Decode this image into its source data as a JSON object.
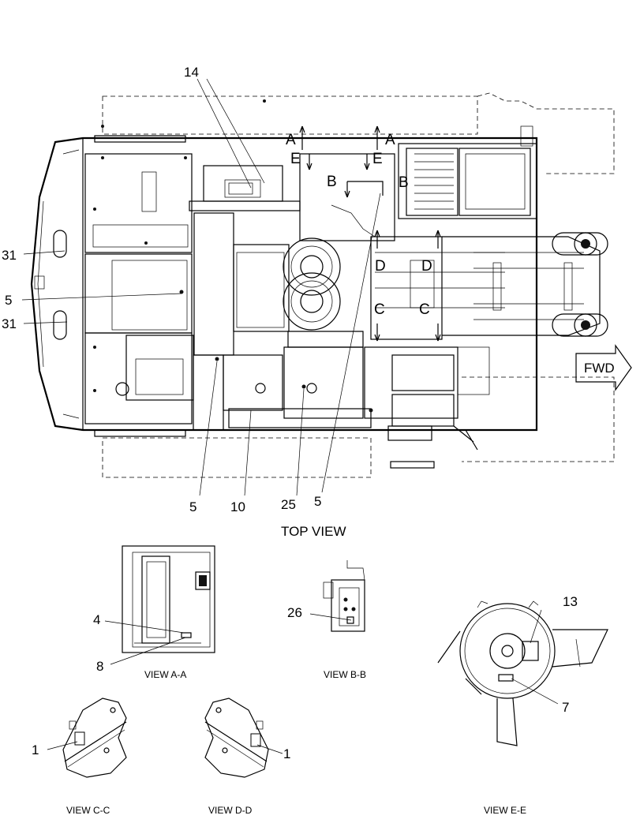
{
  "top_view": {
    "caption": "TOP VIEW",
    "fwd_label": "FWD",
    "section_labels": [
      "A",
      "A",
      "E",
      "E",
      "B",
      "B",
      "D",
      "D",
      "C",
      "C"
    ],
    "callouts": [
      "14",
      "31",
      "5",
      "31",
      "5",
      "10",
      "25",
      "5"
    ]
  },
  "view_a": {
    "caption": "VIEW A-A",
    "callouts": [
      "4",
      "8"
    ]
  },
  "view_b": {
    "caption": "VIEW B-B",
    "callouts": [
      "26"
    ]
  },
  "view_c": {
    "caption": "VIEW C-C",
    "callouts": [
      "1"
    ]
  },
  "view_d": {
    "caption": "VIEW D-D",
    "callouts": [
      "1"
    ]
  },
  "view_e": {
    "caption": "VIEW E-E",
    "callouts": [
      "13",
      "7"
    ]
  }
}
